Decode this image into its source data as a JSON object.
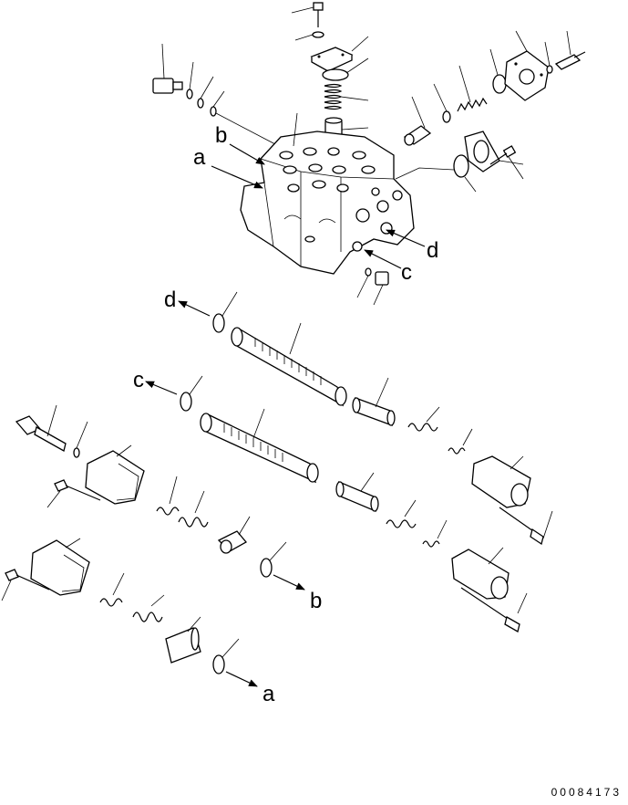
{
  "diagram": {
    "callouts": {
      "a_top": "a",
      "b_top": "b",
      "c_body": "c",
      "d_body": "d",
      "d_left": "d",
      "c_left": "c",
      "b_bottom": "b",
      "a_bottom": "a"
    },
    "document_number": "00084173"
  }
}
